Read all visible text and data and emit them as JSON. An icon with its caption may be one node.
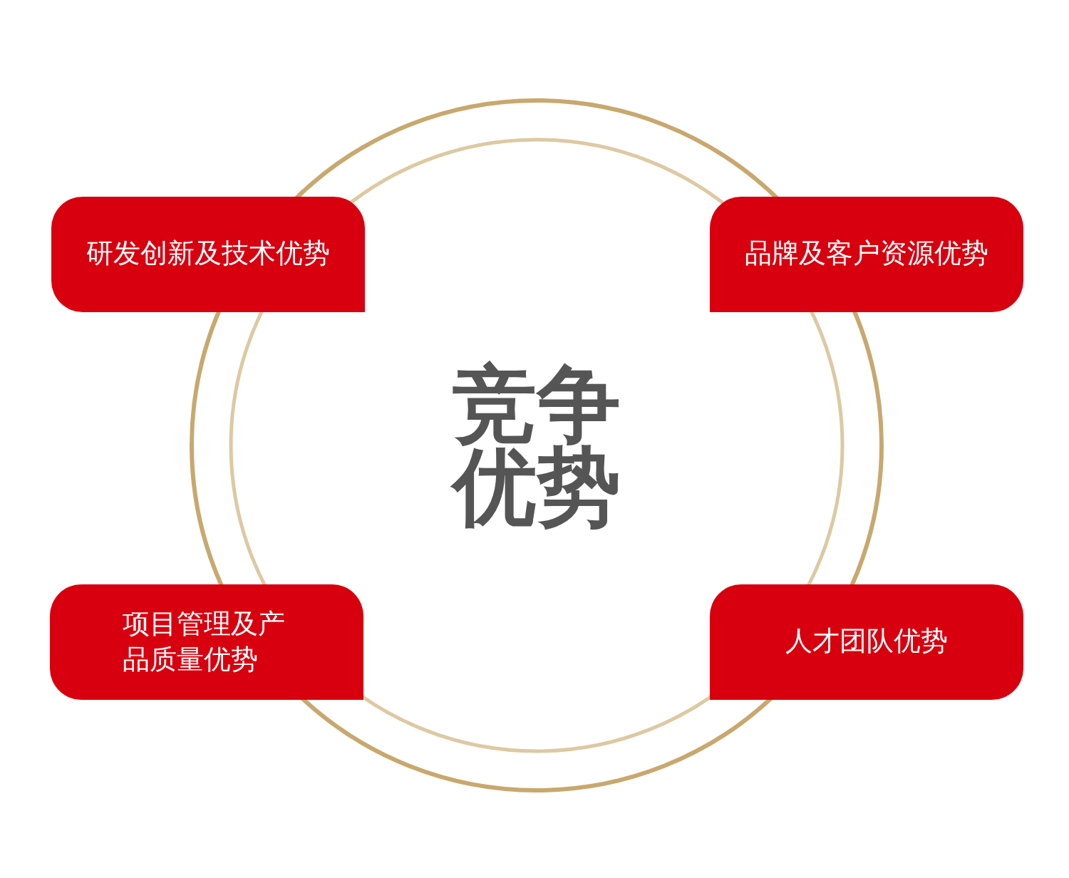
{
  "diagram": {
    "nodes": [
      {
        "text": [
          "竞争优势"
        ]
      },
      {
        "text": [
          "研发创新及技术优势"
        ]
      },
      {
        "text": [
          "品牌及客户资源优势"
        ]
      },
      {
        "text": [
          "项目管理及产品质量优势"
        ]
      },
      {
        "text": [
          "人才团队优势"
        ]
      }
    ]
  }
}
